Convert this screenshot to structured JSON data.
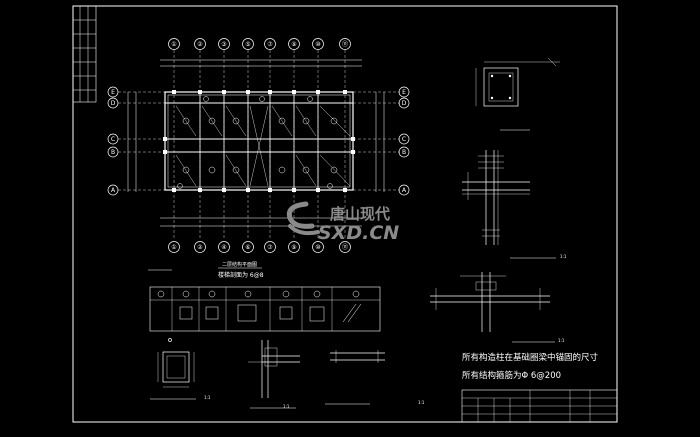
{
  "plan": {
    "top_axes": [
      "①",
      "②",
      "③",
      "⑤",
      "⑦",
      "⑨",
      "⑩",
      "⑪"
    ],
    "bottom_axes": [
      "①",
      "②",
      "④",
      "⑥",
      "⑦",
      "⑨",
      "⑩",
      "⑪"
    ],
    "left_axes": [
      "E",
      "D",
      "C",
      "B",
      "A"
    ],
    "right_axes": [
      "E",
      "D",
      "C",
      "B",
      "A"
    ]
  },
  "notes": {
    "note_line_1": "所有构造柱在基础圈梁中锚固的尺寸",
    "note_line_2": "所有结构箍筋为Φ 6@200",
    "plan_caption": "二层结构平面图",
    "plan_note": "楼梯剖面为 6@8",
    "scale_1_1": "1:1"
  },
  "watermark": {
    "cn": "唐山现代",
    "en": "SXD.CN"
  },
  "colors": {
    "background": "#000000",
    "line": "#ffffff",
    "watermark": "#8a8a8a"
  }
}
